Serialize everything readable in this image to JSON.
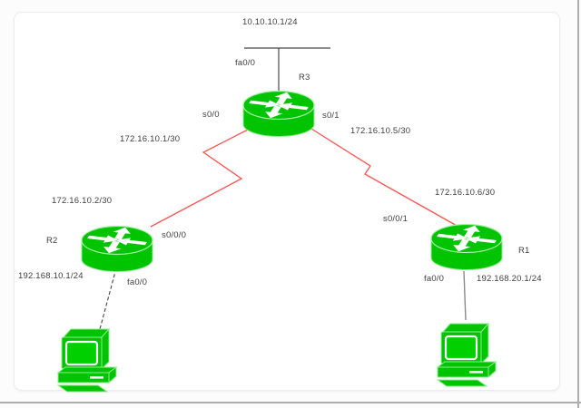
{
  "diagram": {
    "type": "network-topology",
    "networks": {
      "top_lan_ip": "10.10.10.1/24",
      "r2_lan_ip": "192.168.10.1/24",
      "r1_lan_ip": "192.168.20.1/24"
    },
    "routers": {
      "r3": {
        "name": "R3",
        "lan_interface": "fa0/0",
        "serial_left": "s0/0",
        "serial_right": "s0/1"
      },
      "r2": {
        "name": "R2",
        "serial_interface": "s0/0/0",
        "lan_interface": "fa0/0",
        "serial_ip": "172.16.10.2/30"
      },
      "r1": {
        "name": "R1",
        "serial_interface": "s0/0/1",
        "lan_interface": "fa0/0",
        "serial_ip": "172.16.10.6/30"
      }
    },
    "links": {
      "r3_r2_ip": "172.16.10.1/30",
      "r3_r1_ip": "172.16.10.5/30"
    },
    "icons": {
      "router": "router-icon",
      "pc": "pc-icon"
    },
    "colors": {
      "device_green": "#00c400",
      "device_green_light": "#8ceb8c",
      "serial_link_red": "#ff5252",
      "ethernet_line_gray": "#4a4a4a",
      "lan_drop_gray": "#8a8a8a",
      "label_text": "#3f3f3f",
      "window_border": "#aeaeae"
    }
  }
}
